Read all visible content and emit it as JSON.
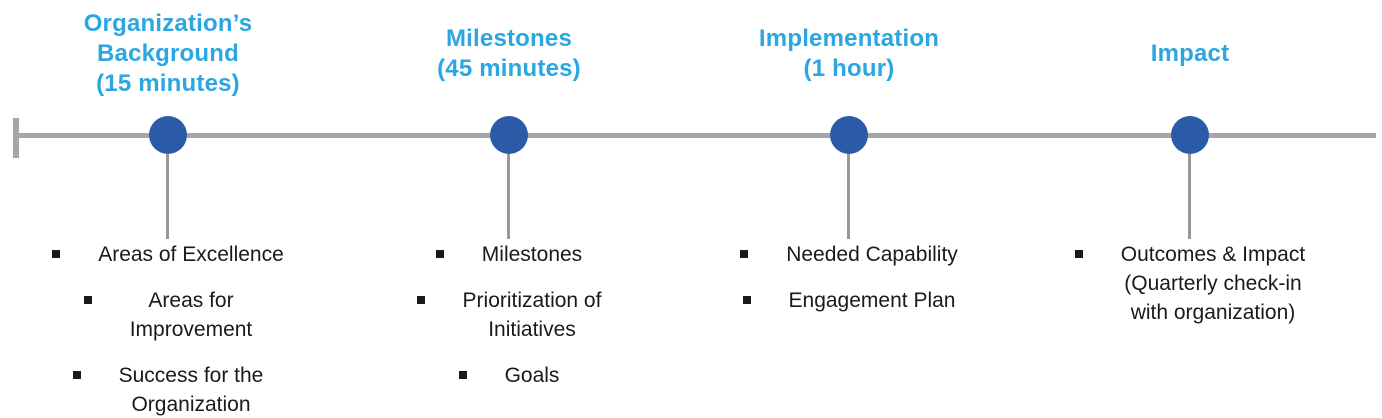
{
  "colors": {
    "heading_blue": "#2BA6E0",
    "dot_blue": "#2B5BA6",
    "line_gray": "#A6A6A6",
    "connector_gray": "#999999",
    "text_dark": "#1A1A1A"
  },
  "timeline": {
    "milestones": [
      {
        "title": "Organization’s\nBackground\n(15 minutes)",
        "items": [
          "Areas of Excellence",
          "Areas for\nImprovement",
          "Success for the\nOrganization"
        ]
      },
      {
        "title": "Milestones\n(45 minutes)",
        "items": [
          "Milestones",
          "Prioritization of\nInitiatives",
          "Goals"
        ]
      },
      {
        "title": "Implementation\n(1 hour)",
        "items": [
          "Needed Capability",
          "Engagement Plan"
        ]
      },
      {
        "title": "Impact",
        "items": [
          "Outcomes & Impact\n(Quarterly check-in\nwith organization)"
        ]
      }
    ]
  }
}
